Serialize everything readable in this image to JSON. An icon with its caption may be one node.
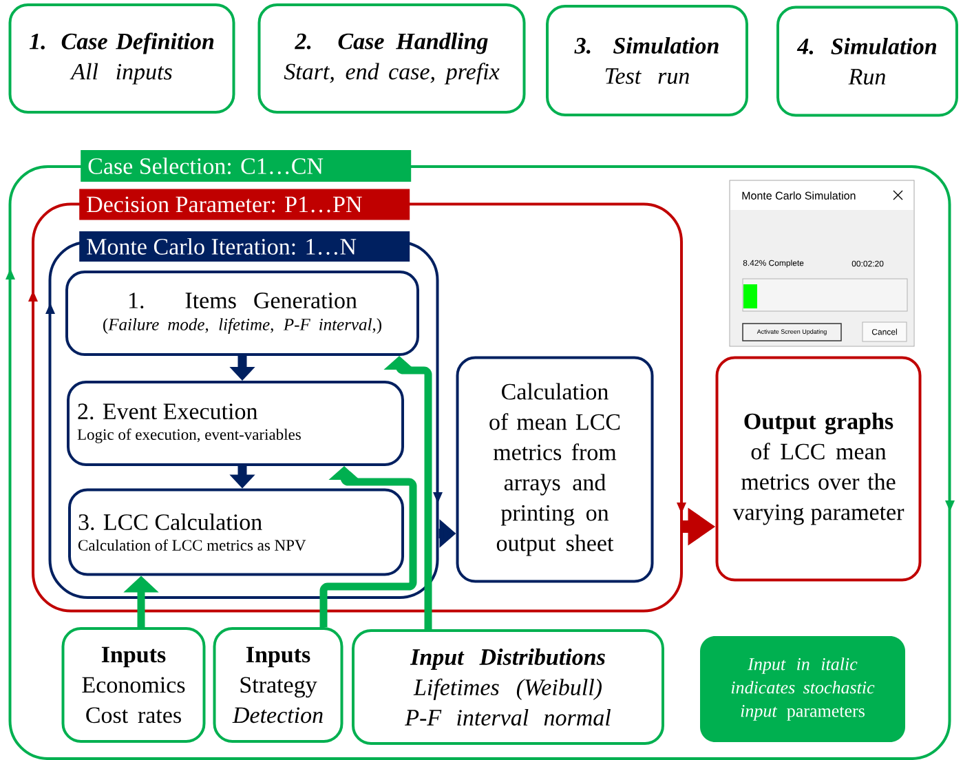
{
  "diagram": {
    "nodes": [
      {
        "text": [
          "1. Case Definition",
          "All inputs"
        ]
      },
      {
        "text": [
          "2. Case Handling",
          "Start, end case, prefix"
        ]
      },
      {
        "text": [
          "3. Simulation",
          "Test run"
        ]
      },
      {
        "text": [
          "4. Simulation",
          "Run"
        ]
      },
      {
        "text": [
          "Case Selection: C1…CN"
        ]
      },
      {
        "text": [
          "Decision Parameter: P1…PN"
        ],
        "in": 4
      },
      {
        "text": [
          "Monte Carlo Iteration: 1…N"
        ],
        "in": 5
      },
      {
        "text": [
          "1. Items Generation",
          "(*Failure mode*, *lifetime*, *P-F interval*,)"
        ],
        "in": 6
      },
      {
        "text": [
          "2. Event Execution",
          "Logic of execution, event-variables"
        ],
        "in": 6
      },
      {
        "text": [
          "3. LCC Calculation",
          "Calculation of LCC metrics as NPV"
        ],
        "in": 6
      },
      {
        "text": [
          "Calculation of mean LCC metrics from arrays and printing on output sheet"
        ],
        "in": 5
      },
      {
        "text": [
          "Output graphs",
          "of LCC mean metrics over the varying parameter"
        ],
        "in": 4
      },
      {
        "text": [
          "Inputs",
          "Economics",
          "Cost rates"
        ],
        "in": 4
      },
      {
        "text": [
          "Inputs",
          "Strategy",
          "Detection"
        ],
        "in": 4
      },
      {
        "text": [
          "Input Distributions",
          "Lifetimes (Weibull)",
          "P-F interval normal"
        ],
        "in": 4
      },
      {
        "text": [
          "*Input in italic indicates stochastic input* parameters"
        ],
        "in": 4
      }
    ],
    "edges": [
      {
        "from": 7,
        "to": 8,
        "arrow": "to",
        "color": "#002060"
      },
      {
        "from": 8,
        "to": 9,
        "arrow": "to",
        "color": "#002060"
      },
      {
        "from": 12,
        "to": 9,
        "arrow": "to",
        "color": "#00b050"
      },
      {
        "from": 13,
        "to": 8,
        "arrow": "to",
        "color": "#00b050"
      },
      {
        "from": 14,
        "to": 7,
        "arrow": "to",
        "color": "#00b050"
      },
      {
        "from": 6,
        "to": 10,
        "arrow": "to",
        "color": "#002060"
      },
      {
        "from": 5,
        "to": 11,
        "arrow": "to",
        "color": "#c00000"
      }
    ],
    "labels": [
      "Monte Carlo Simulation",
      "8.42% Complete",
      "00:02:20",
      "Activate Screen Updating",
      "Cancel"
    ]
  }
}
